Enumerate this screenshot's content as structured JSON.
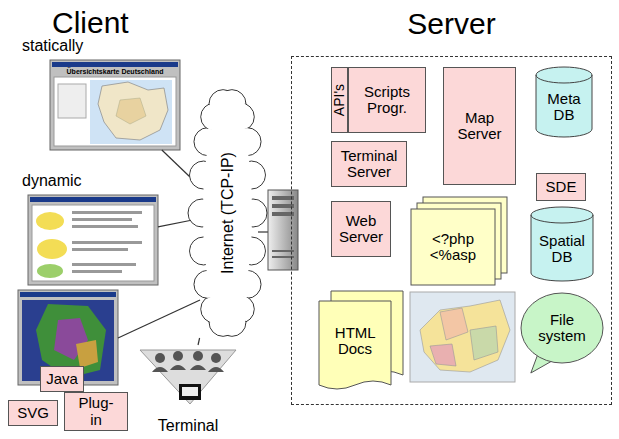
{
  "diagram": {
    "nodes": [
      {
        "text": [
          "statically",
          "Übersichtskarte Deutschland"
        ]
      },
      {
        "text": [
          "dynamic"
        ]
      },
      {
        "text": [
          "Java"
        ]
      },
      {
        "text": [
          "Plug-in"
        ]
      },
      {
        "text": [
          "SVG"
        ]
      },
      {
        "text": [
          "Terminal"
        ]
      },
      {
        "text": [
          "Internet (TCP-IP)"
        ]
      },
      {
        "text": [
          "Server"
        ]
      },
      {
        "text": [
          "API's"
        ],
        "in": 7
      },
      {
        "text": [
          "Scripts Progr."
        ],
        "in": 7
      },
      {
        "text": [
          "Map Server"
        ],
        "in": 7
      },
      {
        "text": [
          "Meta DB"
        ],
        "in": 7
      },
      {
        "text": [
          "Terminal Server"
        ],
        "in": 7
      },
      {
        "text": [
          "SDE"
        ],
        "in": 7
      },
      {
        "text": [
          "Web Server"
        ],
        "in": 7
      },
      {
        "text": [
          "<?php <%asp"
        ],
        "in": 7
      },
      {
        "text": [
          "Spatial DB"
        ],
        "in": 7
      },
      {
        "text": [
          "HTML Docs"
        ],
        "in": 7
      },
      {
        "text": [
          "File system"
        ],
        "in": 7
      }
    ],
    "edges": [
      {
        "from": 0,
        "to": 6,
        "arrow": "none"
      },
      {
        "from": 1,
        "to": 6,
        "arrow": "none"
      },
      {
        "from": 5,
        "to": 6,
        "arrow": "none"
      }
    ],
    "labels": [
      "Client"
    ]
  }
}
